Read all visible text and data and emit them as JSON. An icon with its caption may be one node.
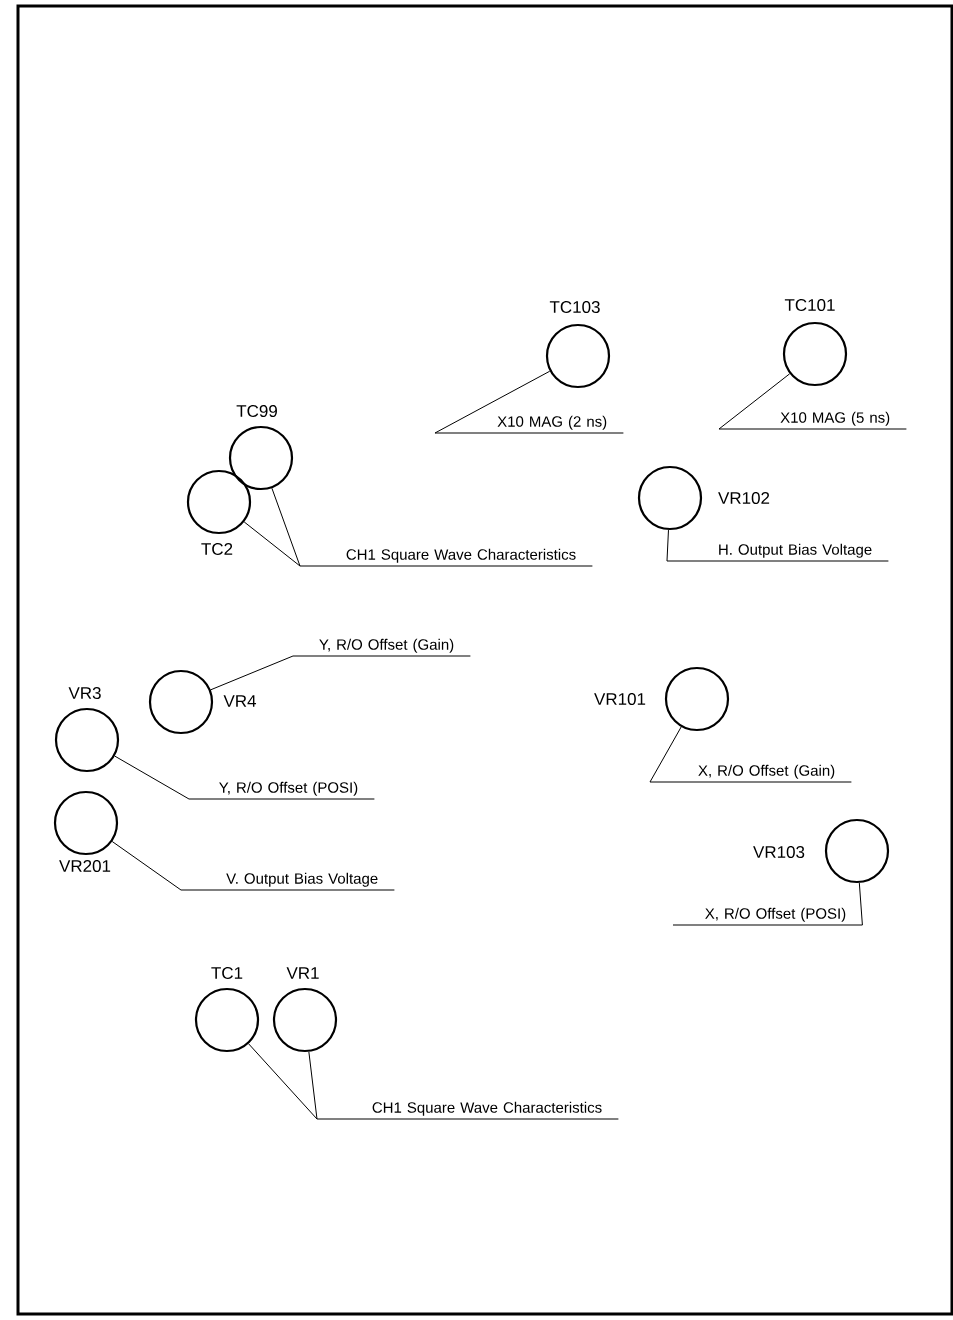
{
  "diagram": {
    "nodes": [
      {
        "text": [],
        "shape": "circle",
        "beside": [
          "TC103"
        ]
      },
      {
        "text": [],
        "shape": "circle",
        "beside": [
          "TC101"
        ]
      },
      {
        "text": [],
        "shape": "circle",
        "beside": [
          "TC99"
        ]
      },
      {
        "text": [],
        "shape": "circle",
        "beside": [
          "TC2"
        ]
      },
      {
        "text": [],
        "shape": "circle",
        "beside": [
          "VR102"
        ]
      },
      {
        "text": [],
        "shape": "circle",
        "beside": [
          "VR4"
        ]
      },
      {
        "text": [],
        "shape": "circle",
        "beside": [
          "VR3"
        ]
      },
      {
        "text": [],
        "shape": "circle",
        "beside": [
          "VR201"
        ]
      },
      {
        "text": [],
        "shape": "circle",
        "beside": [
          "VR101"
        ]
      },
      {
        "text": [],
        "shape": "circle",
        "beside": [
          "VR103"
        ]
      },
      {
        "text": [],
        "shape": "circle",
        "beside": [
          "TC1"
        ]
      },
      {
        "text": [],
        "shape": "circle",
        "beside": [
          "VR1"
        ]
      },
      {
        "text": [
          "X10 MAG (2 ns)"
        ]
      },
      {
        "text": [
          "X10 MAG (5 ns)"
        ]
      },
      {
        "text": [
          "CH1 Square Wave Characteristics"
        ]
      },
      {
        "text": [
          "H. Output Bias Voltage"
        ]
      },
      {
        "text": [
          "Y, R/O Offset (Gain)"
        ]
      },
      {
        "text": [
          "Y, R/O Offset (POSI)"
        ]
      },
      {
        "text": [
          "X, R/O Offset (Gain)"
        ]
      },
      {
        "text": [
          "V. Output Bias Voltage"
        ]
      },
      {
        "text": [
          "X, R/O Offset (POSI)"
        ]
      },
      {
        "text": [
          "CH1 Square Wave Characteristics"
        ]
      }
    ],
    "edges": [
      {
        "from": 12,
        "to": 0,
        "arrow": "none"
      },
      {
        "from": 13,
        "to": 1,
        "arrow": "none"
      },
      {
        "from": 14,
        "to": 2,
        "arrow": "none"
      },
      {
        "from": 14,
        "to": 3,
        "arrow": "none"
      },
      {
        "from": 15,
        "to": 4,
        "arrow": "none"
      },
      {
        "from": 16,
        "to": 5,
        "arrow": "none"
      },
      {
        "from": 17,
        "to": 6,
        "arrow": "none"
      },
      {
        "from": 18,
        "to": 8,
        "arrow": "none"
      },
      {
        "from": 19,
        "to": 7,
        "arrow": "none"
      },
      {
        "from": 20,
        "to": 9,
        "arrow": "none"
      },
      {
        "from": 21,
        "to": 10,
        "arrow": "none"
      },
      {
        "from": 21,
        "to": 11,
        "arrow": "none"
      }
    ]
  }
}
